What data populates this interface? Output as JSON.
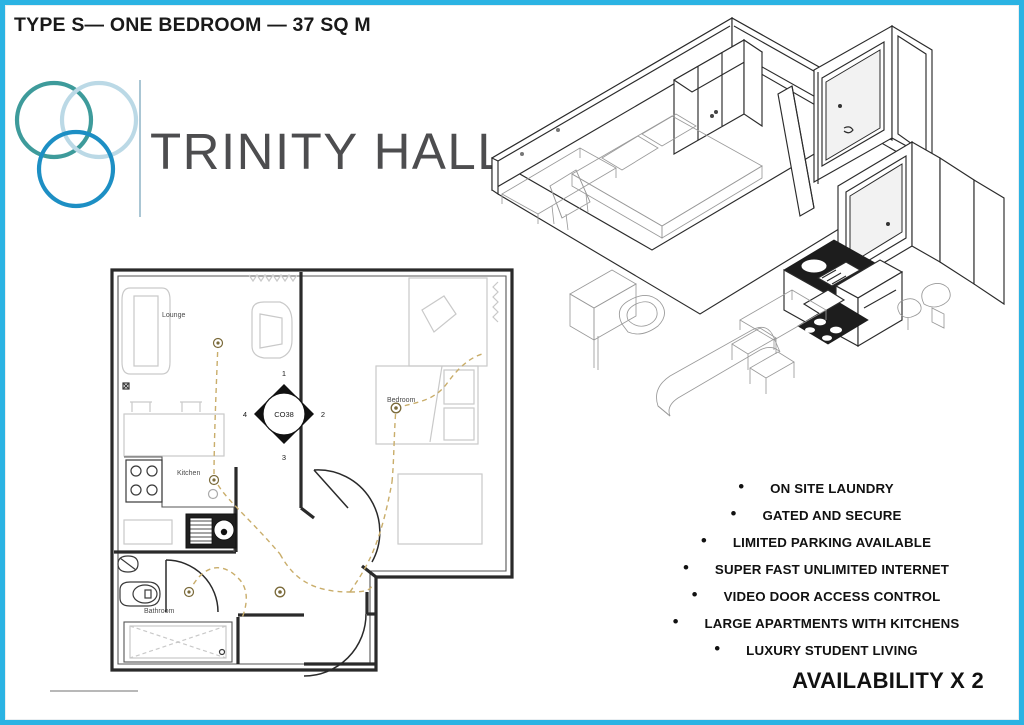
{
  "page": {
    "title": "TYPE S— ONE BEDROOM — 37 SQ M",
    "border_color": "#2BB3E3",
    "background": "#FFFFFF"
  },
  "brand": {
    "wordmark": "TRINITY HALL",
    "wordmark_color": "#4D4D4F",
    "logo_icon": "three-overlapping-circles-icon",
    "logo_colors": {
      "top_left_circle": "#3E9B9B",
      "top_right_circle": "#BBD9E6",
      "bottom_circle": "#1D8FC4"
    },
    "divider_color": "#AAC6D4"
  },
  "floorplan": {
    "unit_code": "CO38",
    "marker_numbers": [
      "1",
      "2",
      "3",
      "4"
    ],
    "room_labels": [
      {
        "name": "Lounge"
      },
      {
        "name": "Kitchen"
      },
      {
        "name": "Bathroom"
      },
      {
        "name": "Bedroom"
      }
    ],
    "path_color": "#C9AD6A",
    "wall_color": "#2A2A2A",
    "furniture_color": "#C9C9C9"
  },
  "isometric_view": {
    "icon": "isometric-apartment-cutaway-icon",
    "description": "3D cutaway isometric drawing of the one bedroom apartment"
  },
  "features": {
    "items": [
      {
        "bullet": "•",
        "label": "ON SITE LAUNDRY"
      },
      {
        "bullet": "•",
        "label": "GATED AND SECURE"
      },
      {
        "bullet": "•",
        "label": "LIMITED PARKING AVAILABLE"
      },
      {
        "bullet": "•",
        "label": "SUPER FAST UNLIMITED INTERNET"
      },
      {
        "bullet": "•",
        "label": "VIDEO DOOR ACCESS CONTROL"
      },
      {
        "bullet": "•",
        "label": "LARGE APARTMENTS WITH KITCHENS"
      },
      {
        "bullet": "•",
        "label": "LUXURY STUDENT LIVING"
      }
    ],
    "availability": "AVAILABILITY X 2"
  }
}
